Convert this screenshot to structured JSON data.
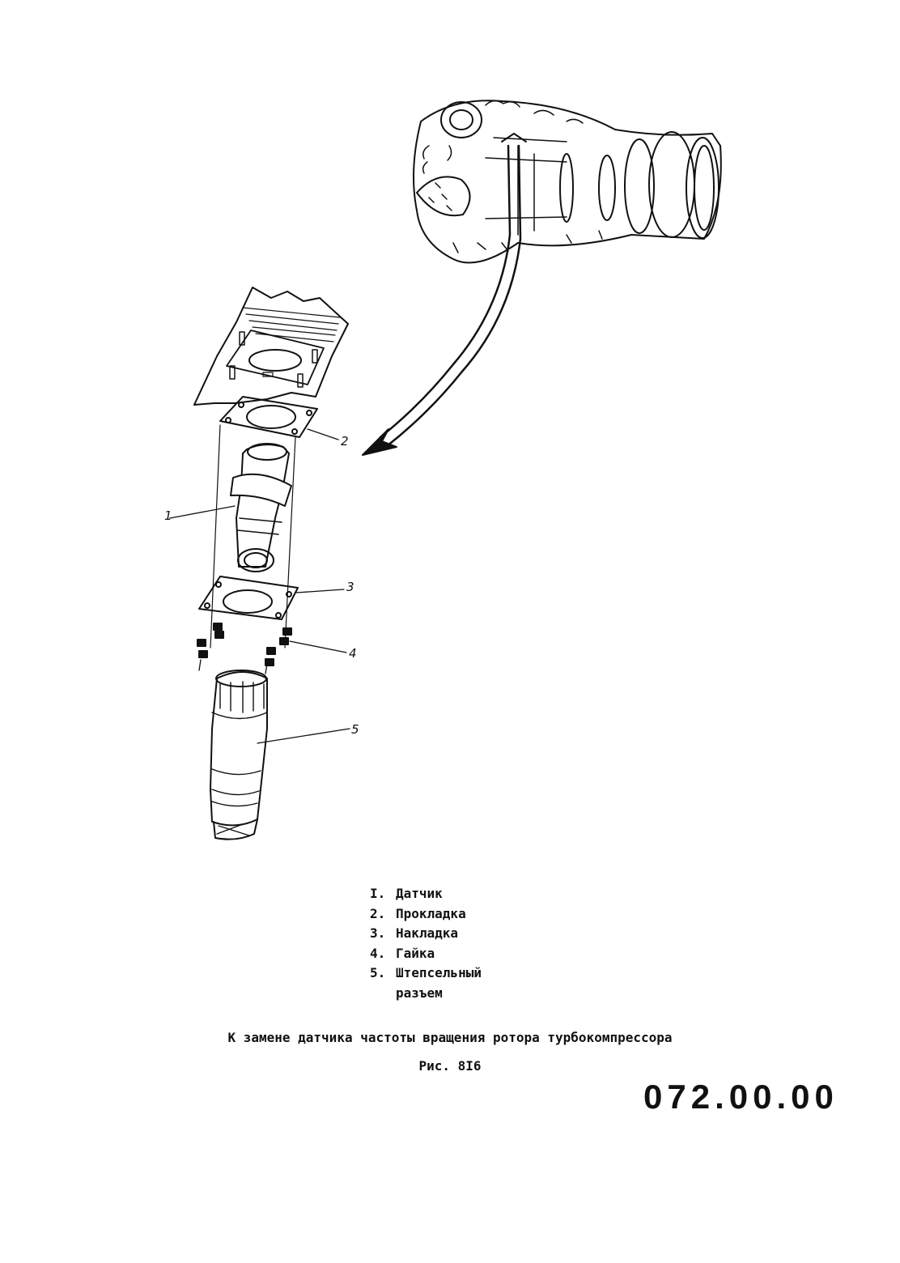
{
  "callouts": [
    "1",
    "2",
    "3",
    "4",
    "5"
  ],
  "legend": {
    "items": [
      {
        "num": "I.",
        "label": "Датчик"
      },
      {
        "num": "2.",
        "label": "Прокладка"
      },
      {
        "num": "3.",
        "label": "Накладка"
      },
      {
        "num": "4.",
        "label": "Гайка"
      },
      {
        "num": "5.",
        "label": "Штепсельный"
      }
    ],
    "continuation": "разъем"
  },
  "caption": "К замене датчика частоты вращения ротора турбокомпрессора",
  "figure_number": "Рис. 8I6",
  "doc_number": "072.00.00"
}
